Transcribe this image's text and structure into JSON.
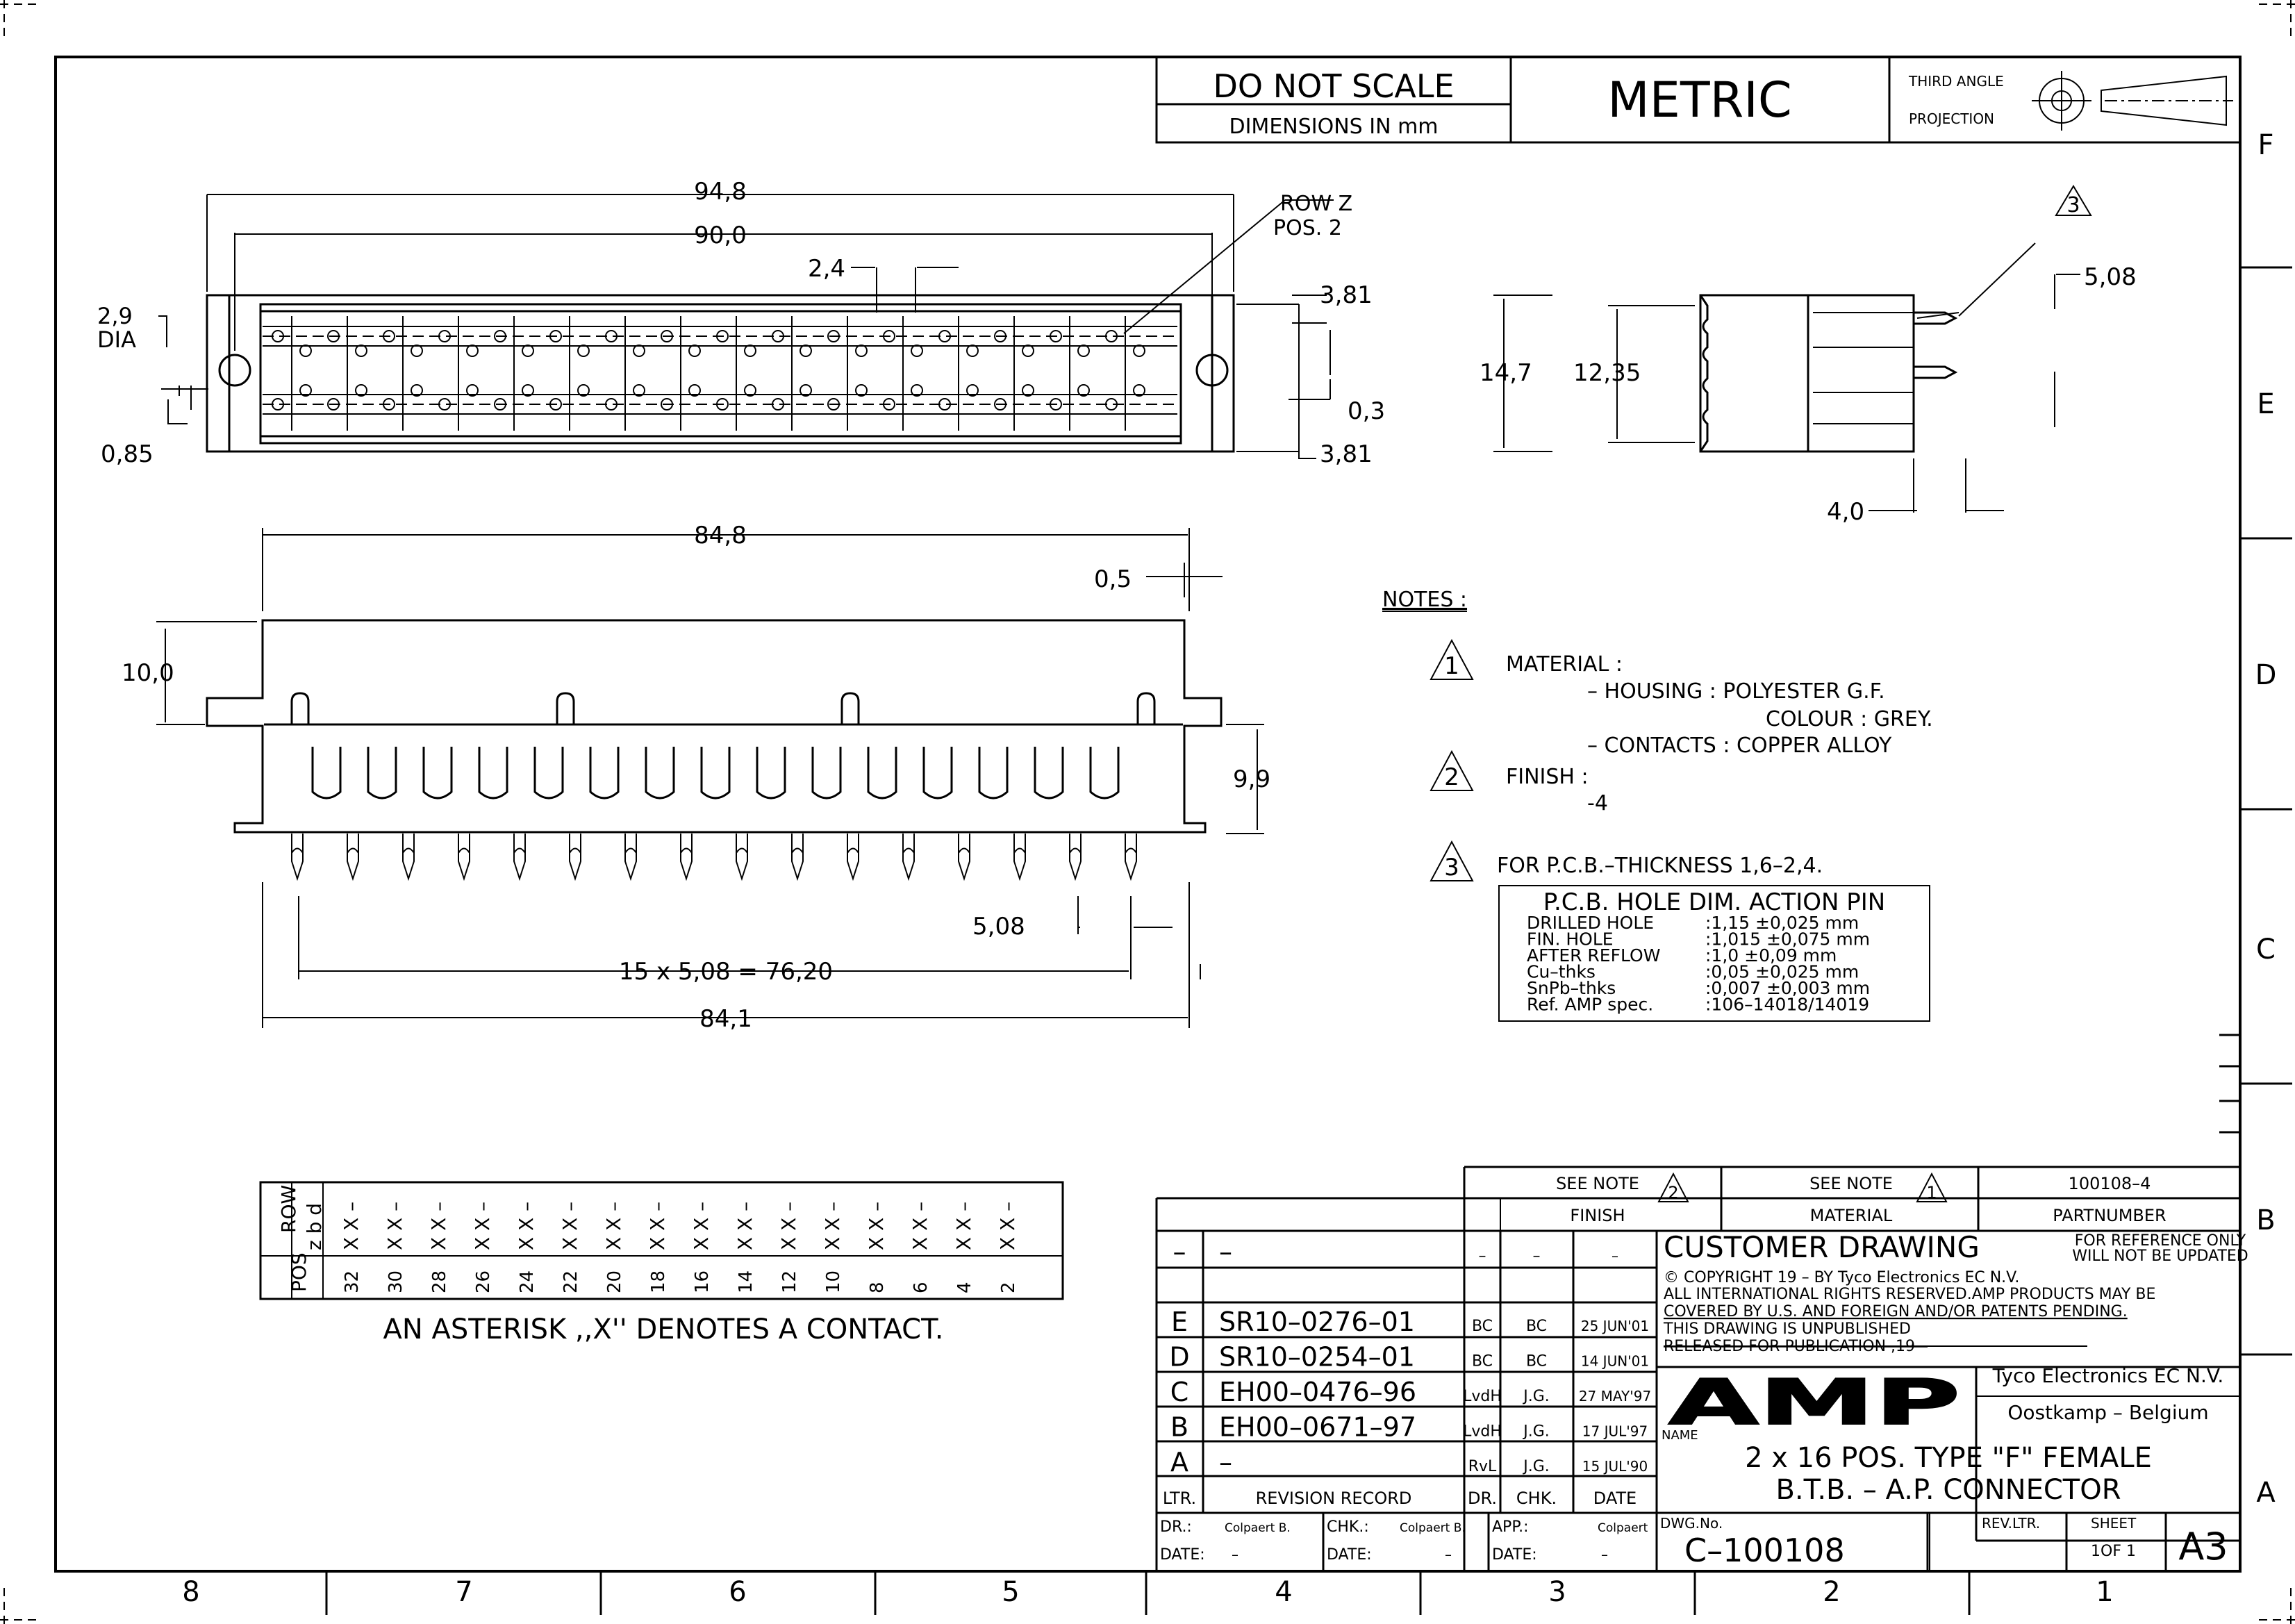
{
  "header": {
    "do_not_scale": "DO NOT SCALE",
    "dimensions_in": "DIMENSIONS IN mm",
    "metric": "METRIC",
    "third_angle": "THIRD ANGLE",
    "projection": "PROJECTION"
  },
  "zones": {
    "cols": [
      "8",
      "7",
      "6",
      "5",
      "4",
      "3",
      "2",
      "1"
    ],
    "rows": [
      "F",
      "E",
      "D",
      "C",
      "B",
      "A"
    ]
  },
  "top_view": {
    "dim_overall": "94,8",
    "dim_holes": "90,0",
    "dim_row_pitch": "2,4",
    "row_z_label": "ROW Z",
    "pos_label": "POS. 2",
    "dim_hole_dia": "2,9",
    "dia_label": "DIA",
    "dim_381_top": "3,81",
    "dim_03": "0,3",
    "dim_381_bottom": "3,81",
    "dim_085": "0,85"
  },
  "front_view": {
    "dim_848": "84,8",
    "dim_05": "0,5",
    "dim_100": "10,0",
    "dim_99": "9,9",
    "dim_508": "5,08",
    "dim_pitch_total": "15 x 5,08 = 76,20",
    "dim_841": "84,1"
  },
  "side_view": {
    "dim_147": "14,7",
    "dim_1235": "12,35",
    "dim_508": "5,08",
    "dim_40": "4,0",
    "note_flag": "3"
  },
  "notes": {
    "title": "NOTES :",
    "n1_num": "1",
    "n1_material": "MATERIAL :",
    "n1_housing": "– HOUSING   : POLYESTER G.F.",
    "n1_colour": "COLOUR : GREY.",
    "n1_contacts": "– CONTACTS : COPPER ALLOY",
    "n2_num": "2",
    "n2_finish": "FINISH :",
    "n2_value": "-4",
    "n3_num": "3",
    "n3_text": "FOR P.C.B.–THICKNESS 1,6–2,4."
  },
  "pcb_table": {
    "title": "P.C.B. HOLE DIM. ACTION PIN",
    "rows": [
      {
        "label": "DRILLED HOLE",
        "value": ":1,15  ±0,025 mm"
      },
      {
        "label": "FIN. HOLE",
        "value": ":1,015 ±0,075 mm"
      },
      {
        "label": "AFTER REFLOW",
        "value": ":1,0   ±0,09  mm"
      },
      {
        "label": "Cu–thks",
        "value": ":0,05  ±0,025 mm"
      },
      {
        "label": "SnPb–thks",
        "value": ":0,007 ±0,003 mm"
      },
      {
        "label": "Ref. AMP spec.",
        "value": ":106–14018/14019"
      }
    ]
  },
  "pos_table": {
    "row_label": "ROW",
    "row_letters": "z b d",
    "pos_label": "POS",
    "positions": [
      "32",
      "30",
      "28",
      "26",
      "24",
      "22",
      "20",
      "18",
      "16",
      "14",
      "12",
      "10",
      "8",
      "6",
      "4",
      "2"
    ],
    "cell_mark": "X X –",
    "footnote": "AN ASTERISK ,,X'' DENOTES A CONTACT."
  },
  "title_block": {
    "see_note": "SEE NOTE",
    "note2": "2",
    "note1": "1",
    "partnumber_value": "100108–4",
    "finish": "FINISH",
    "material": "MATERIAL",
    "partnumber": "PARTNUMBER",
    "customer_drawing": "CUSTOMER DRAWING",
    "for_reference": "FOR REFERENCE ONLY",
    "not_updated": "WILL NOT BE UPDATED",
    "copyright_line": "© COPYRIGHT 19 –      BY Tyco Electronics EC N.V.",
    "rights_line": "ALL INTERNATIONAL RIGHTS RESERVED.AMP PRODUCTS MAY BE",
    "patents_line": "COVERED BY U.S. AND FOREIGN  AND/OR PATENTS PENDING.",
    "unpublished_line": "THIS DRAWING IS UNPUBLISHED",
    "released_line": "RELEASED FOR PUBLICATION        ,19 –",
    "logo": "AMP",
    "company_1": "Tyco Electronics EC N.V.",
    "company_2": "Oostkamp – Belgium",
    "name_label": "NAME",
    "name_1": "2 x 16 POS. TYPE \"F\" FEMALE",
    "name_2": "B.T.B. – A.P. CONNECTOR",
    "revisions": [
      {
        "ltr": "–",
        "record": "–",
        "dr": "–",
        "chk": "–",
        "date": "–"
      },
      {
        "ltr": "",
        "record": "",
        "dr": "",
        "chk": "",
        "date": ""
      },
      {
        "ltr": "E",
        "record": "SR10–0276–01",
        "dr": "BC",
        "chk": "BC",
        "date": "25 JUN'01"
      },
      {
        "ltr": "D",
        "record": "SR10–0254–01",
        "dr": "BC",
        "chk": "BC",
        "date": "14 JUN'01"
      },
      {
        "ltr": "C",
        "record": "EH00–0476–96",
        "dr": "LvdH",
        "chk": "J.G.",
        "date": "27 MAY'97"
      },
      {
        "ltr": "B",
        "record": "EH00–0671–97",
        "dr": "LvdH",
        "chk": "J.G.",
        "date": "17 JUL'97"
      },
      {
        "ltr": "A",
        "record": "–",
        "dr": "RvL",
        "chk": "J.G.",
        "date": "15 JUL'90"
      }
    ],
    "hdr_ltr": "LTR.",
    "hdr_record": "REVISION RECORD",
    "hdr_dr": "DR.",
    "hdr_chk": "CHK.",
    "hdr_date": "DATE",
    "dr_label": "DR.:",
    "dr_value": "Colpaert B.",
    "chk_label": "CHK.:",
    "chk_value": "Colpaert B.",
    "app_label": "APP.:",
    "app_value": "Colpaert",
    "date_label": "DATE:",
    "date_value": "–",
    "dwg_label": "DWG.No.",
    "dwg_value": "C–100108",
    "revltr_label": "REV.LTR.",
    "sheet_label": "SHEET",
    "sheet_value": "1OF 1",
    "size": "A3"
  }
}
